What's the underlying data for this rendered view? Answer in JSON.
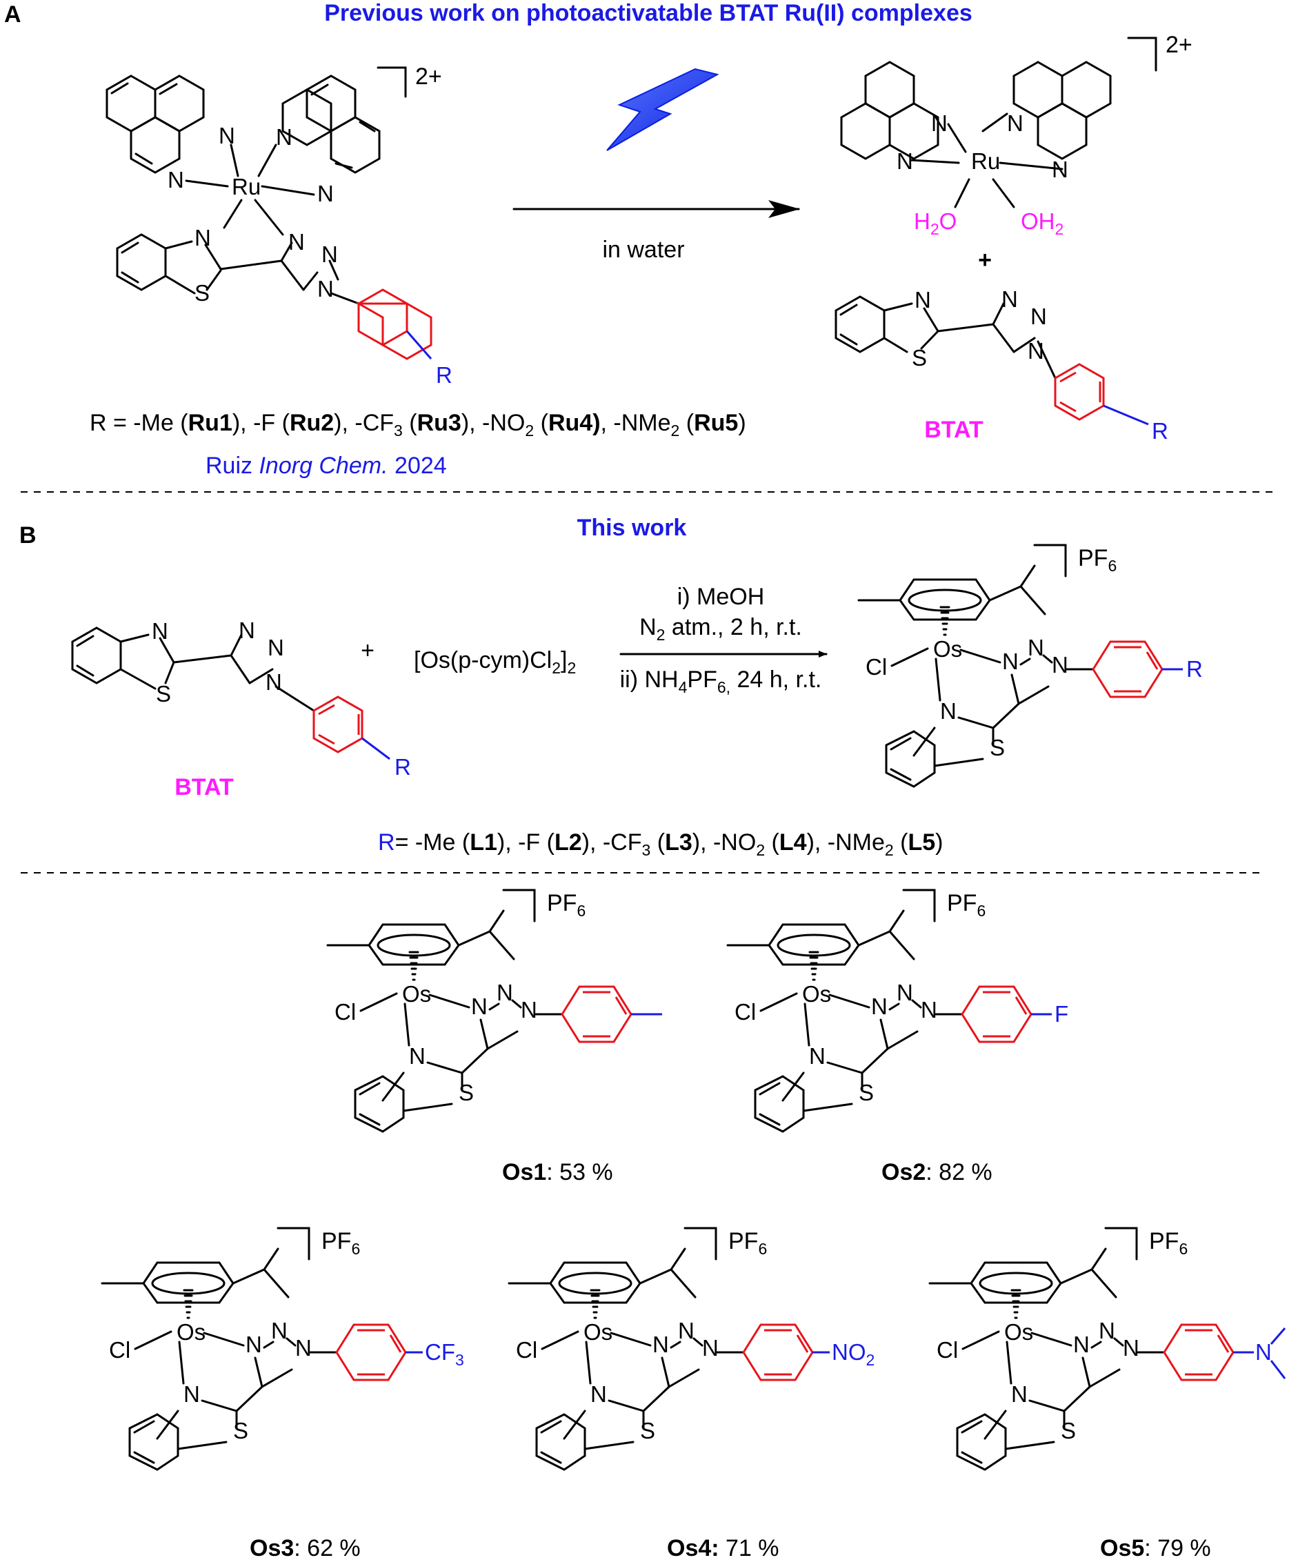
{
  "panel_a": {
    "letter": "A",
    "header": "Previous work on photoactivatable BTAT  Ru(II) complexes",
    "charge": "2+",
    "arrow_label": "in water",
    "plus": "+",
    "product_ligand_label": "BTAT",
    "r_label": "R",
    "r_series_line": "R = -Me (Ru1), -F (Ru2), -CF3 (Ru3), -NO2 (Ru4), -NMe2 (Ru5)",
    "reference_author": "Ruiz",
    "reference_journal": "Inorg Chem.",
    "reference_year": "2024",
    "water_ligand_1": "H2O",
    "water_ligand_2": "OH2"
  },
  "panel_b": {
    "letter": "B",
    "header": "This work",
    "plus": "+",
    "reagent": "[Os(p-cym)Cl2]2",
    "cond_1": "i) MeOH",
    "cond_2": "N2 atm., 2 h, r.t.",
    "cond_3": "ii) NH4PF6, 24 h, r.t.",
    "counterion": "PF6",
    "ligand_label": "BTAT",
    "r_label": "R",
    "r_series_line": "R= -Me (L1), -F (L2), -CF3 (L3), -NO2 (L4), -NMe2 (L5)"
  },
  "products": [
    {
      "name": "Os1",
      "yield": ": 53 %",
      "substituent": ""
    },
    {
      "name": "Os2",
      "yield": ": 82 %",
      "substituent": "F"
    },
    {
      "name": "Os3",
      "yield": ": 62 %",
      "substituent": "CF3"
    },
    {
      "name": "Os4:",
      "yield": " 71 %",
      "substituent": "NO2"
    },
    {
      "name": "Os5",
      "yield": ": 79 %",
      "substituent": "N"
    }
  ],
  "atoms": {
    "N": "N",
    "S": "S",
    "Ru": "Ru",
    "Os": "Os",
    "Cl": "Cl"
  },
  "colors": {
    "header_blue": "#1a1ae6",
    "magenta": "#ff1aff",
    "red_ring": "#e8141c",
    "black": "#000000",
    "bolt_fill": "#1432ff"
  }
}
